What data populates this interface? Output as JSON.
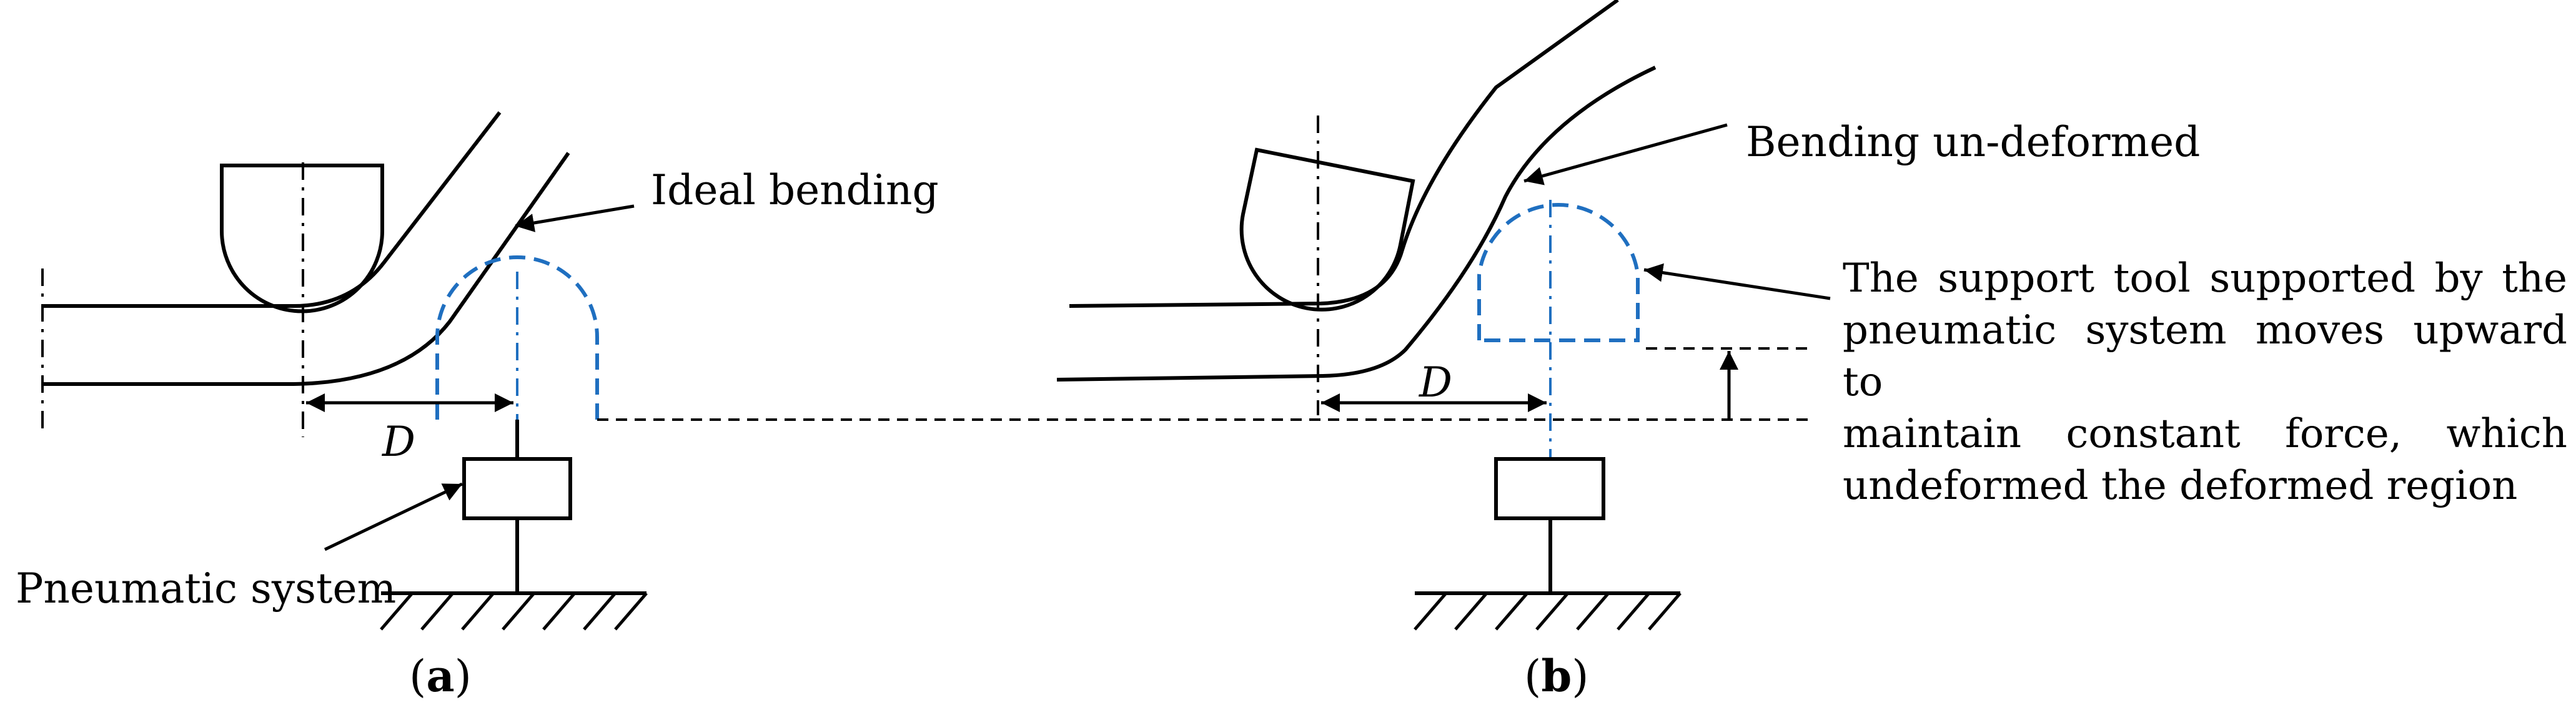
{
  "labels": {
    "ideal_bending": "Ideal bending",
    "bending_undeformed": "Bending un-deformed",
    "pneumatic_system": "Pneumatic system",
    "distance_a": "D",
    "distance_b": "D",
    "support_description": [
      "The support tool supported by the",
      "pneumatic system moves upward to",
      "maintain constant force, which",
      "undeformed the deformed region"
    ]
  },
  "captions": {
    "a": {
      "open": "(",
      "letter": "a",
      "close": ")"
    },
    "b": {
      "open": "(",
      "letter": "b",
      "close": ")"
    }
  },
  "colors": {
    "line": "#000000",
    "support_tool": "#1f6fc0"
  }
}
